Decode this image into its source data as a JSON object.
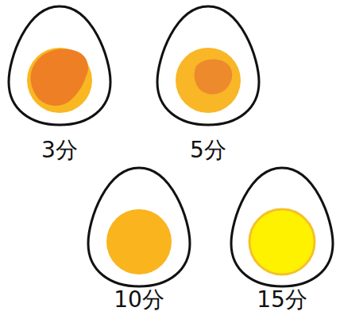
{
  "diagram": {
    "nodes": [
      {
        "text": [
          "3分"
        ]
      },
      {
        "text": [
          "5分"
        ]
      },
      {
        "text": [
          "10分"
        ]
      },
      {
        "text": [
          "15分"
        ]
      }
    ]
  }
}
